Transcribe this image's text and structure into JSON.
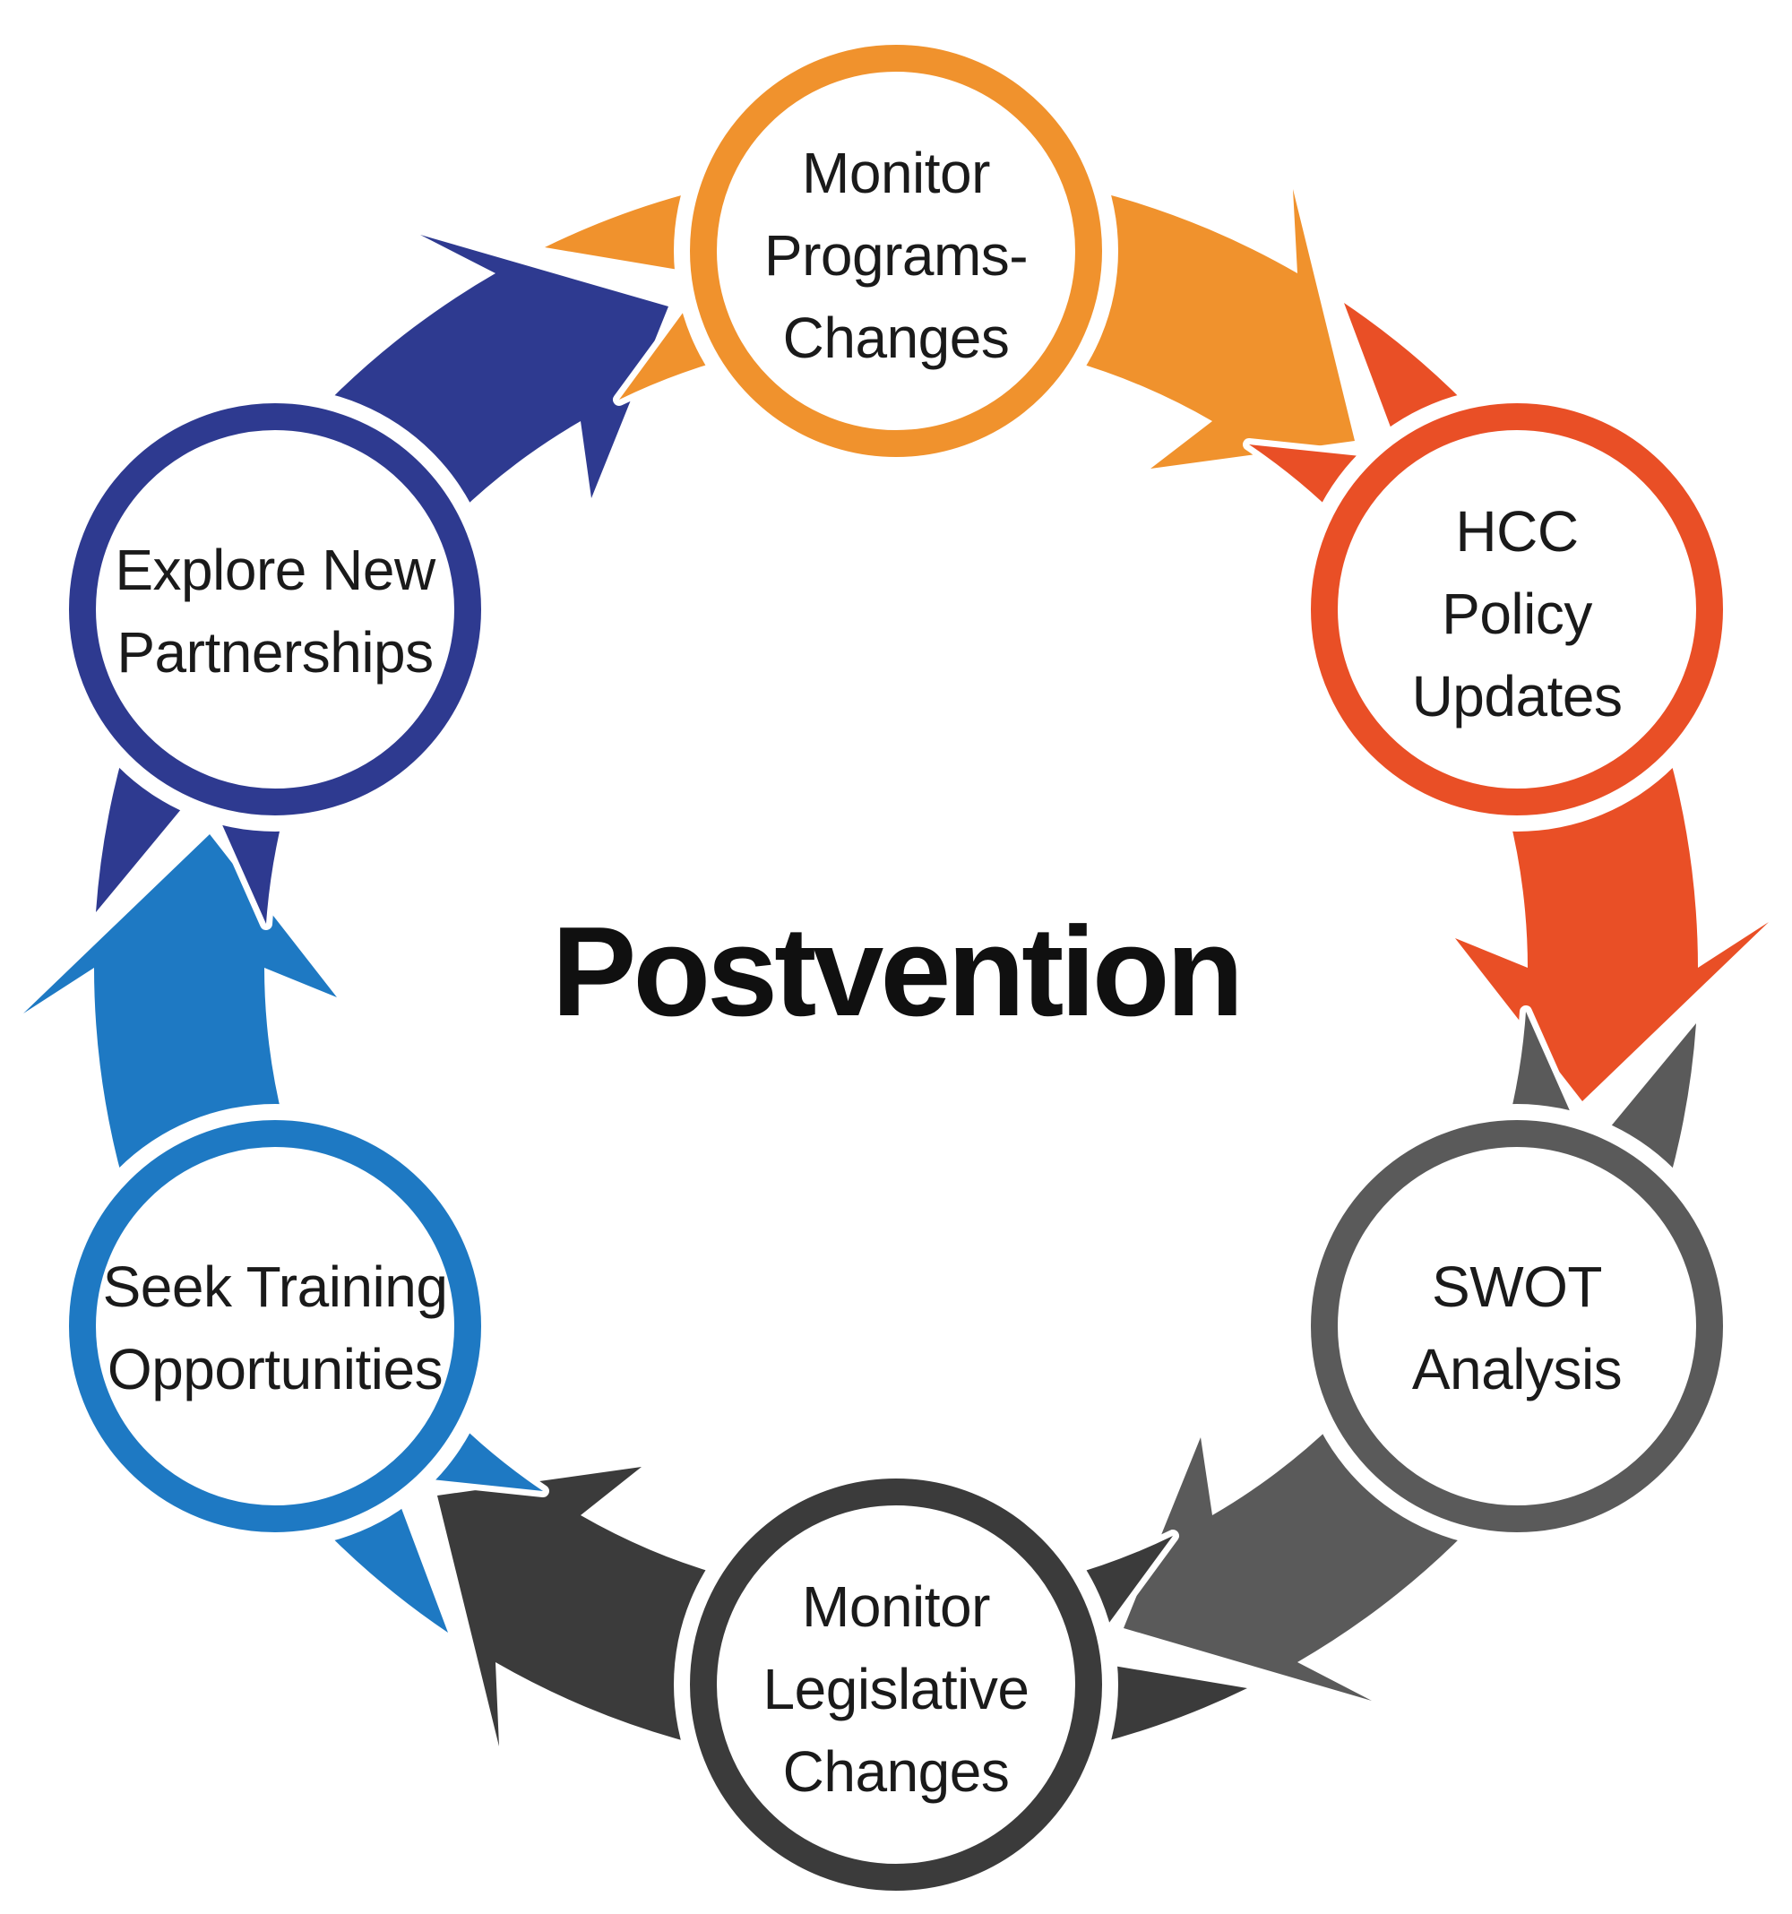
{
  "diagram": {
    "title": "Postvention",
    "type": "cycle",
    "direction": "clockwise",
    "background_color": "#FFFFFF",
    "text_color": "#1A1A1A",
    "nodes": [
      {
        "label": "Monitor Programs- Changes",
        "lines": [
          "Monitor",
          "Programs-",
          "Changes"
        ],
        "color": "#F0922D",
        "position": "top"
      },
      {
        "label": "HCC Policy Updates",
        "lines": [
          "HCC",
          "Policy",
          "Updates"
        ],
        "color": "#E94F26",
        "position": "top-right"
      },
      {
        "label": "SWOT Analysis",
        "lines": [
          "SWOT",
          "Analysis"
        ],
        "color": "#5A5A5A",
        "position": "bottom-right"
      },
      {
        "label": "Monitor Legislative Changes",
        "lines": [
          "Monitor",
          "Legislative",
          "Changes"
        ],
        "color": "#3B3B3B",
        "position": "bottom"
      },
      {
        "label": "Seek Training Opportunities",
        "lines": [
          "Seek Training",
          "Opportunities"
        ],
        "color": "#1E79C3",
        "position": "bottom-left"
      },
      {
        "label": "Explore New Partnerships",
        "lines": [
          "Explore New",
          "Partnerships"
        ],
        "color": "#2E3A90",
        "position": "top-left"
      }
    ]
  }
}
